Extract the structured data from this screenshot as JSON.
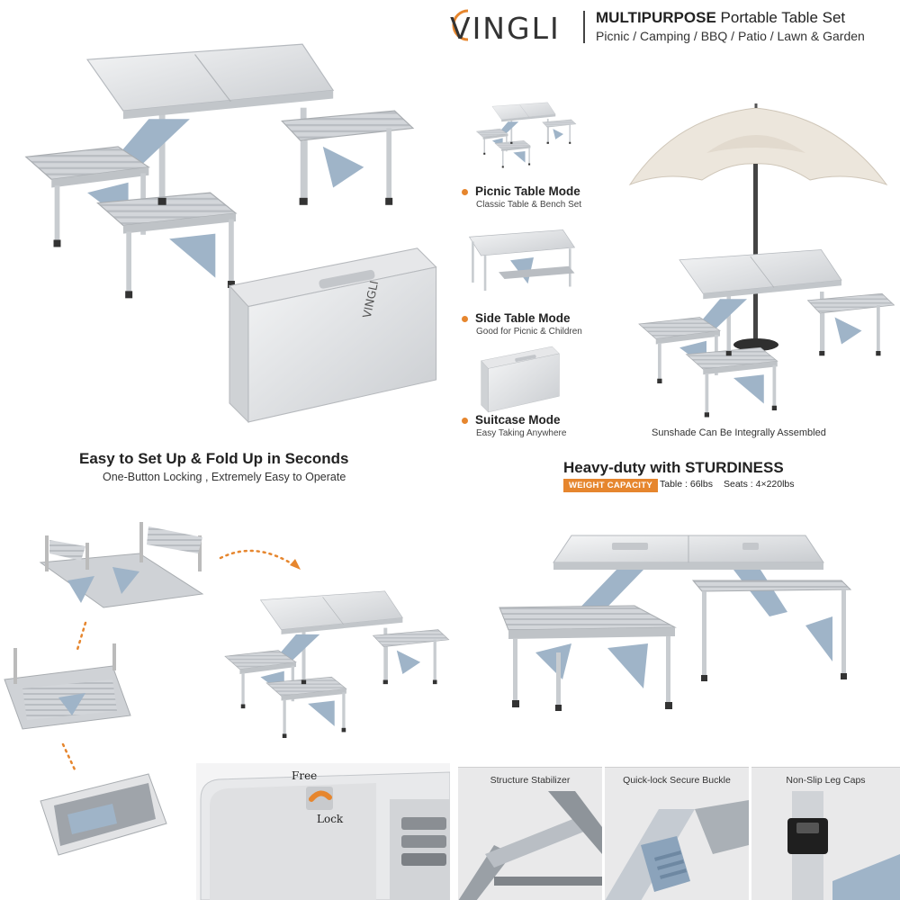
{
  "brand": {
    "logo": "VINGLI",
    "title_bold": "MULTIPURPOSE",
    "title_rest": " Portable Table Set",
    "subtitle": "Picnic / Camping / BBQ / Patio / Lawn & Garden"
  },
  "modes": [
    {
      "title": "Picnic Table Mode",
      "desc": "Classic Table & Bench Set"
    },
    {
      "title": "Side Table Mode",
      "desc": "Good for Picnic & Children"
    },
    {
      "title": "Suitcase Mode",
      "desc": "Easy Taking Anywhere"
    }
  ],
  "sunshade_caption": "Sunshade Can Be Integrally Assembled",
  "setup": {
    "headline": "Easy to Set Up & Fold Up in Seconds",
    "sub": "One-Button Locking , Extremely Easy to Operate"
  },
  "sturdy": {
    "headline_regular": "Heavy-duty with ",
    "headline_bold": "STURDINESS",
    "badge": "WEIGHT CAPACITY",
    "spec_table": "Table : 66lbs",
    "spec_seats": "Seats : 4×220lbs"
  },
  "lock": {
    "free": "Free",
    "lock": "Lock"
  },
  "details": [
    {
      "label": "Structure Stabilizer"
    },
    {
      "label": "Quick-lock Secure Buckle"
    },
    {
      "label": "Non-Slip Leg Caps"
    }
  ],
  "colors": {
    "accent": "#e6862e",
    "metal": "#d8dadd",
    "bracket": "#9fb4c8"
  }
}
